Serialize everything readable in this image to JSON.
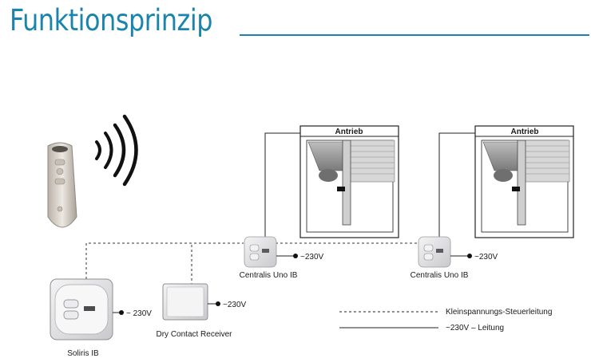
{
  "title": "Funktionsprinzip",
  "labels": {
    "antrieb_1": "Antrieb",
    "antrieb_2": "Antrieb",
    "centralis_1": "Centralis Uno IB",
    "centralis_2": "Centralis Uno IB",
    "soliris": "Soliris IB",
    "dry_contact": "Dry Contact Receiver",
    "voltage_centralis_1": "~230V",
    "voltage_centralis_2": "~230V",
    "voltage_soliris": "~ 230V",
    "voltage_dry_contact": "~230V"
  },
  "legend": {
    "dashed_label": "Kleinspannungs-Steuerleitung",
    "solid_label": "~230V – Leitung"
  },
  "colors": {
    "title": "#1b84ad",
    "line": "#222222",
    "device_body": "#e4e4e6"
  },
  "icons": {
    "remote": "remote-control-icon",
    "radio": "radio-waves-icon"
  }
}
